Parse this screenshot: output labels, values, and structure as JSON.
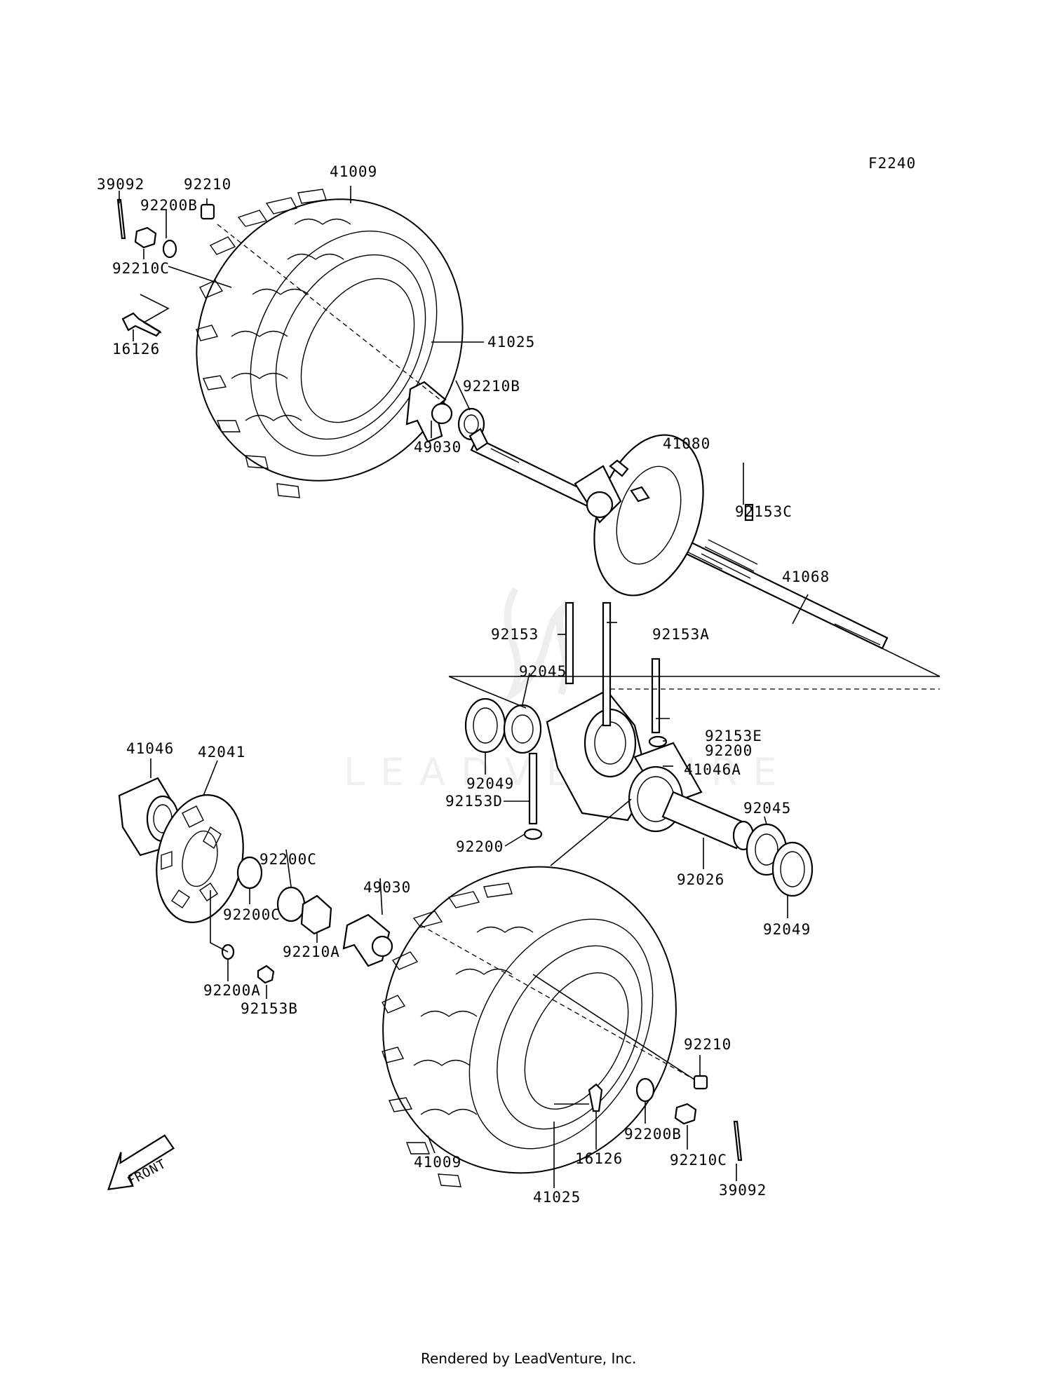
{
  "figure_code": "F2240",
  "watermark_text": "LEADVENTURE",
  "front_arrow_label": "FRONT",
  "footer_text": "Rendered by LeadVenture, Inc.",
  "part_labels": [
    {
      "id": "l-39092-top",
      "text": "39092"
    },
    {
      "id": "l-92210-top",
      "text": "92210"
    },
    {
      "id": "l-92200b-top",
      "text": "92200B"
    },
    {
      "id": "l-41009-top",
      "text": "41009"
    },
    {
      "id": "l-92210c-top",
      "text": "92210C"
    },
    {
      "id": "l-16126-top",
      "text": "16126"
    },
    {
      "id": "l-41025-top",
      "text": "41025"
    },
    {
      "id": "l-92210b",
      "text": "92210B"
    },
    {
      "id": "l-49030-top",
      "text": "49030"
    },
    {
      "id": "l-41080",
      "text": "41080"
    },
    {
      "id": "l-92153c",
      "text": "92153C"
    },
    {
      "id": "l-41068",
      "text": "41068"
    },
    {
      "id": "l-92153",
      "text": "92153"
    },
    {
      "id": "l-92153a",
      "text": "92153A"
    },
    {
      "id": "l-92045-top",
      "text": "92045"
    },
    {
      "id": "l-92153e",
      "text": "92153E"
    },
    {
      "id": "l-92200-right",
      "text": "92200"
    },
    {
      "id": "l-92049-left",
      "text": "92049"
    },
    {
      "id": "l-41046a",
      "text": "41046A"
    },
    {
      "id": "l-92153d",
      "text": "92153D"
    },
    {
      "id": "l-92200-left",
      "text": "92200"
    },
    {
      "id": "l-92045-right",
      "text": "92045"
    },
    {
      "id": "l-92026",
      "text": "92026"
    },
    {
      "id": "l-92049-right",
      "text": "92049"
    },
    {
      "id": "l-41046",
      "text": "41046"
    },
    {
      "id": "l-42041",
      "text": "42041"
    },
    {
      "id": "l-92200c-a",
      "text": "92200C"
    },
    {
      "id": "l-92200c-b",
      "text": "92200C"
    },
    {
      "id": "l-49030-bot",
      "text": "49030"
    },
    {
      "id": "l-92210a",
      "text": "92210A"
    },
    {
      "id": "l-92200a",
      "text": "92200A"
    },
    {
      "id": "l-92153b",
      "text": "92153B"
    },
    {
      "id": "l-92210-bot",
      "text": "92210"
    },
    {
      "id": "l-92200b-bot",
      "text": "92200B"
    },
    {
      "id": "l-92210c-bot",
      "text": "92210C"
    },
    {
      "id": "l-16126-bot",
      "text": "16126"
    },
    {
      "id": "l-41009-bot",
      "text": "41009"
    },
    {
      "id": "l-39092-bot",
      "text": "39092"
    },
    {
      "id": "l-41025-bot",
      "text": "41025"
    }
  ]
}
